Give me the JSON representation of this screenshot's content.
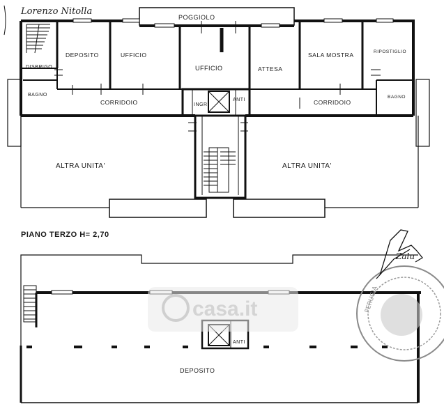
{
  "plan": {
    "header_signature": "Lorenzo Nitolla",
    "upper_floor": {
      "rooms": {
        "poggiolo": "POGGIOLO",
        "deposito": "DEPOSITO",
        "ufficio_left": "UFFICIO",
        "ufficio_center": "UFFICIO",
        "attesa": "ATTESA",
        "sala_mostra": "SALA MOSTRA",
        "ripostiglio": "RIPOSTIGLIO",
        "disbrigo": "DISBRIGO",
        "bagno_left": "BAGNO",
        "bagno_right": "BAGNO",
        "corridoio_left": "CORRIDOIO",
        "corridoio_right": "CORRIDOIO",
        "ingr": "INGR",
        "anti": "ANTI",
        "altra_unita_left": "ALTRA UNITA'",
        "altra_unita_right": "ALTRA UNITA'"
      }
    },
    "floor_title": "PIANO TERZO H= 2,70",
    "lower_floor": {
      "rooms": {
        "deposito": "DEPOSITO",
        "anti": "ANTI"
      }
    },
    "watermark": "casa.it",
    "stamp_text": "PERUGIA",
    "signature_mark": "Zalu"
  }
}
